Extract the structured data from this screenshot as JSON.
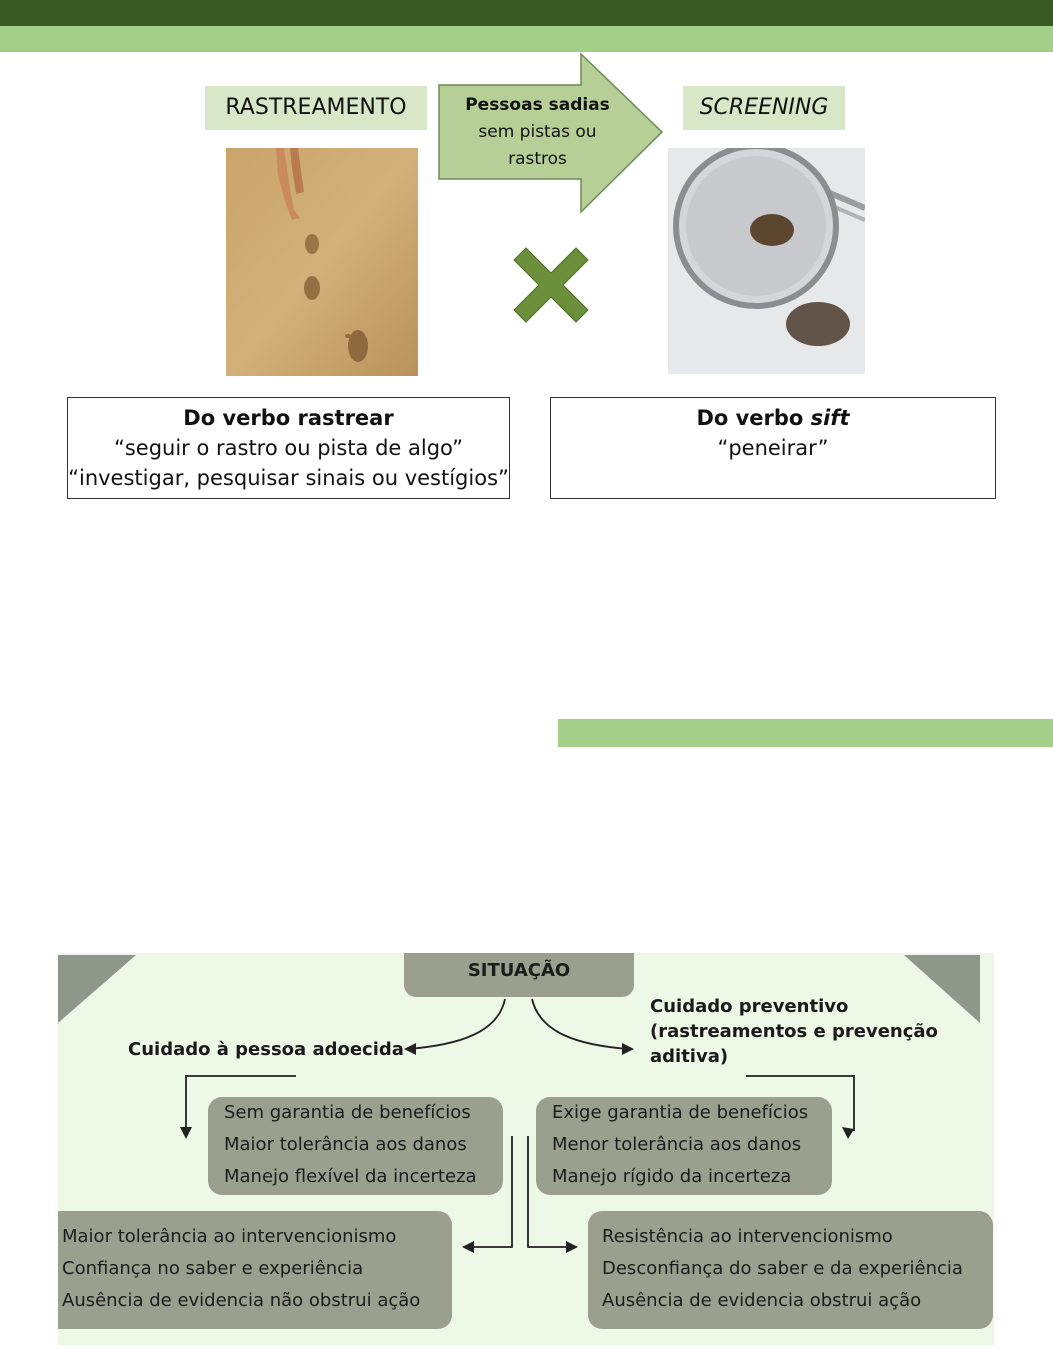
{
  "top": {
    "left_label": "RASTREAMENTO",
    "right_label": "SCREENING",
    "arrow_line1": "Pessoas sadias",
    "arrow_line2": "sem pistas ou",
    "arrow_line3": "rastros",
    "left_def": {
      "title": "Do verbo rastrear",
      "line1": "“seguir o rastro ou pista de algo”",
      "line2": "“investigar, pesquisar sinais ou vestígios”"
    },
    "right_def": {
      "title_prefix": "Do verbo ",
      "title_italic": "sift",
      "line1": "“peneirar”"
    }
  },
  "diagram": {
    "situacao": "SITUAÇÃO",
    "left_heading": "Cuidado à pessoa adoecida",
    "right_heading_1": "Cuidado preventivo",
    "right_heading_2": "(rastreamentos e prevenção",
    "right_heading_3": "aditiva)",
    "left_mid": [
      "Sem garantia de benefícios",
      "Maior tolerância aos danos",
      "Manejo flexível da incerteza"
    ],
    "right_mid": [
      "Exige garantia de benefícios",
      "Menor tolerância aos danos",
      "Manejo rígido da incerteza"
    ],
    "left_bottom": [
      "Maior tolerância ao intervencionismo",
      "Confiança no saber e experiência",
      "Ausência de evidencia não obstrui ação"
    ],
    "right_bottom": [
      "Resistência ao intervencionismo",
      "Desconfiança do saber e da experiência",
      "Ausência de evidencia obstrui ação"
    ]
  },
  "colors": {
    "dark_green": "#3a5a24",
    "light_green": "#a4cf8b",
    "label_bg": "#d8e7c7",
    "arrow_fill": "#b5cf96",
    "x_mark": "#6b8f3a",
    "diagram_bg": "#eef8e6",
    "diagram_box": "#9ba08e"
  }
}
